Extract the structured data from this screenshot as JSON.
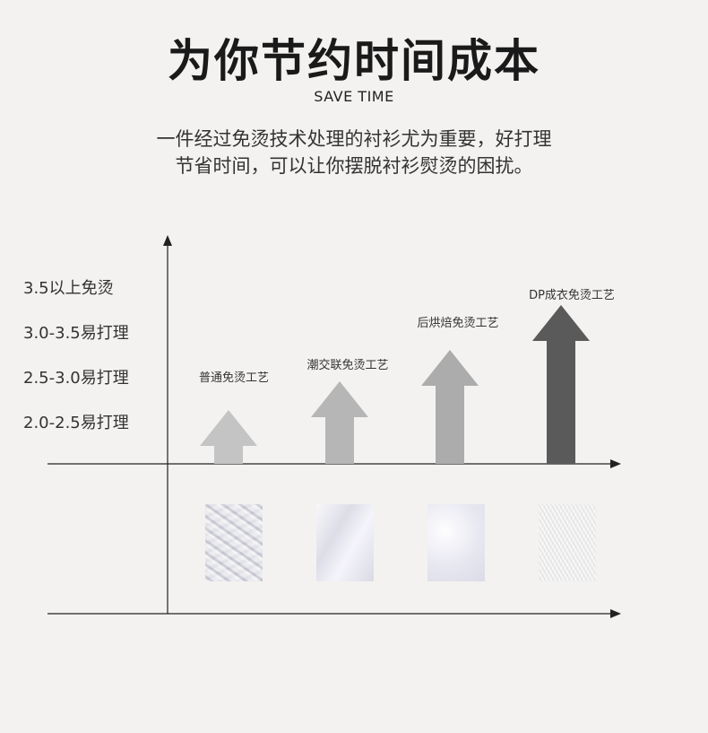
{
  "header": {
    "title": "为你节约时间成本",
    "subtitle": "SAVE TIME",
    "desc_line1": "一件经过免烫技术处理的衬衫尤为重要，好打理",
    "desc_line2": "节省时间，可以让你摆脱衬衫熨烫的困扰。"
  },
  "levels": [
    "3.5以上免烫",
    "3.0-3.5易打理",
    "2.5-3.0易打理",
    "2.0-2.5易打理"
  ],
  "processes": [
    {
      "label": "普通免烫工艺",
      "level": 1,
      "color": "#c4c4c4"
    },
    {
      "label": "潮交联免烫工艺",
      "level": 2,
      "color": "#b6b6b6"
    },
    {
      "label": "后烘焙免烫工艺",
      "level": 3,
      "color": "#acacac"
    },
    {
      "label": "DP成衣免烫工艺",
      "level": 4,
      "color": "#5a5a5a"
    }
  ]
}
